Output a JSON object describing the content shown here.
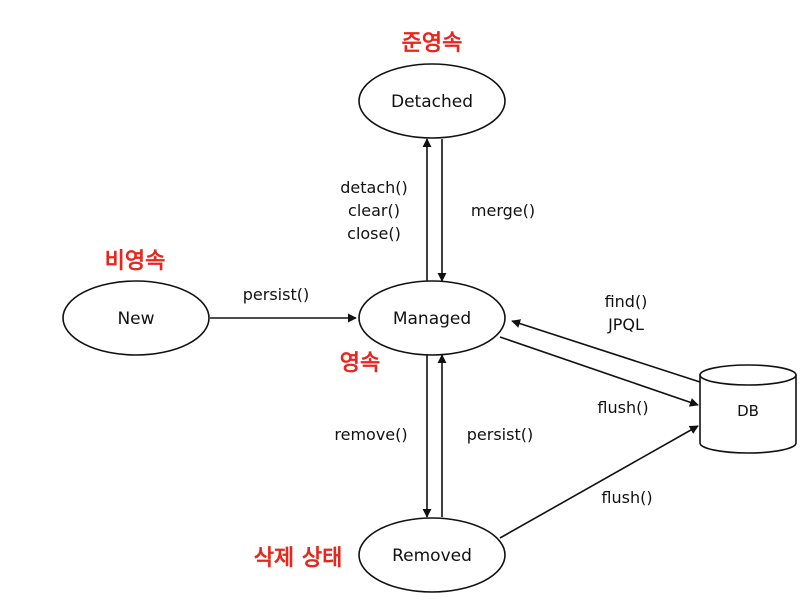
{
  "colors": {
    "state_label": "#e8261c",
    "line": "#111111"
  },
  "states": {
    "detached": "준영속",
    "new": "비영속",
    "managed": "영속",
    "removed": "삭제 상태"
  },
  "nodes": {
    "detached": "Detached",
    "new": "New",
    "managed": "Managed",
    "removed": "Removed",
    "db": "DB"
  },
  "edges": {
    "to_detached": [
      "detach()",
      "clear()",
      "close()"
    ],
    "merge": "merge()",
    "persist_new": "persist()",
    "find": [
      "find()",
      "JPQL"
    ],
    "flush_managed": "flush()",
    "remove": "remove()",
    "persist_removed": "persist()",
    "flush_removed": "flush()"
  }
}
